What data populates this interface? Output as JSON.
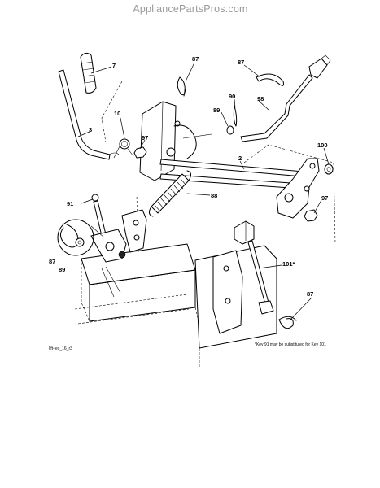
{
  "header": {
    "watermark": "AppliancePartsPros.com"
  },
  "callouts": [
    {
      "id": "c7",
      "label": "7"
    },
    {
      "id": "c87a",
      "label": "87"
    },
    {
      "id": "c87b",
      "label": "87"
    },
    {
      "id": "c3",
      "label": "3"
    },
    {
      "id": "c10",
      "label": "10"
    },
    {
      "id": "c97a",
      "label": "97"
    },
    {
      "id": "c90",
      "label": "90"
    },
    {
      "id": "c98",
      "label": "98"
    },
    {
      "id": "c89a",
      "label": "89"
    },
    {
      "id": "c2",
      "label": "2"
    },
    {
      "id": "c100",
      "label": "100"
    },
    {
      "id": "c88",
      "label": "88"
    },
    {
      "id": "c91",
      "label": "91"
    },
    {
      "id": "c97b",
      "label": "97"
    },
    {
      "id": "c87c",
      "label": "87"
    },
    {
      "id": "c89b",
      "label": "89"
    },
    {
      "id": "c101",
      "label": "101*"
    },
    {
      "id": "c87d",
      "label": "87"
    }
  ],
  "footer": {
    "diagram_code": "lift-tex_16_r3",
    "note": "*Key 91 may be substituted for Key 101"
  }
}
